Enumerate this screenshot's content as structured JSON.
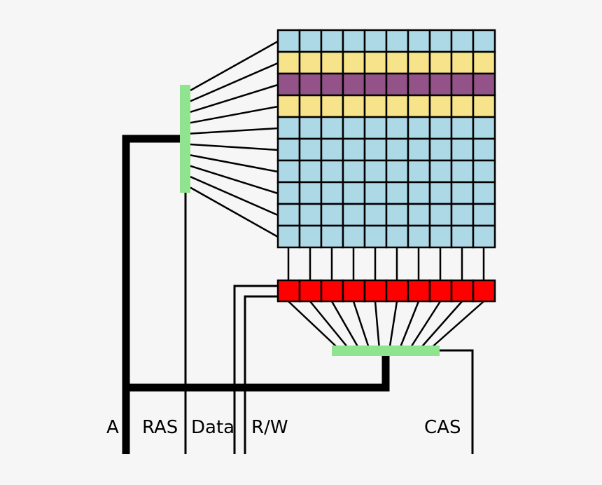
{
  "labels": {
    "a": "A",
    "ras": "RAS",
    "data": "Data",
    "rw": "R/W",
    "cas": "CAS"
  },
  "memory_array": {
    "rows": 10,
    "cols": 10,
    "row_states": [
      "idle",
      "adjacent",
      "selected",
      "adjacent",
      "idle",
      "idle",
      "idle",
      "idle",
      "idle",
      "idle"
    ]
  },
  "sense_amplifiers": {
    "count": 10
  },
  "colors": {
    "background": "#f6f6f6",
    "cell_idle": "#add8e6",
    "cell_adjacent": "#f7e48a",
    "cell_selected": "#935388",
    "sense_amp": "#ff0000",
    "decoder": "#90e38f",
    "wire": "#000000"
  }
}
